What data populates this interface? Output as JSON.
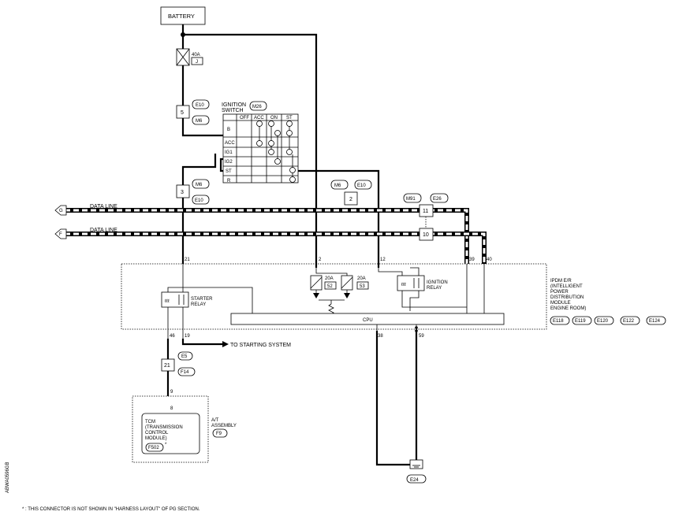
{
  "battery": "BATTERY",
  "fuse_main": {
    "amp": "40A",
    "id": "J"
  },
  "ignition_switch": {
    "title_line1": "IGNITION",
    "title_line2": "SWITCH",
    "connector": "M26",
    "columns": [
      "OFF",
      "ACC",
      "ON",
      "ST"
    ],
    "rows": [
      "B",
      "ACC",
      "IG1",
      "IG2",
      "ST",
      "R"
    ]
  },
  "connectors": {
    "c5": {
      "pin": "5",
      "top": "E10",
      "bottom": "M6"
    },
    "c3": {
      "pin": "3",
      "top": "M6",
      "bottom": "E10"
    },
    "c2": {
      "pin": "2",
      "left": "M6",
      "right": "E10"
    },
    "c11": {
      "pin": "11",
      "left": "M91",
      "right": "E26"
    },
    "c10": {
      "pin": "10"
    },
    "c21": {
      "pin": "21",
      "top": "E5",
      "bottom": "F14"
    }
  },
  "data_lines": [
    {
      "label": "DATA LINE",
      "terminal": "G"
    },
    {
      "label": "DATA LINE",
      "terminal": "F"
    }
  ],
  "ipdm": {
    "pins_top": [
      "21",
      "2",
      "12",
      "39",
      "40"
    ],
    "pins_bottom": [
      "46",
      "19",
      "38",
      "59"
    ],
    "fuses": [
      {
        "amp": "20A",
        "id": "52"
      },
      {
        "amp": "20A",
        "id": "53"
      }
    ],
    "ignition_relay": [
      "IGNITION",
      "RELAY"
    ],
    "starter_relay": [
      "STARTER",
      "RELAY"
    ],
    "cpu": "CPU",
    "name_lines": [
      "IPDM E/R",
      "(INTELLIGENT",
      "POWER",
      "DISTRIBUTION",
      "MODULE",
      "ENGINE ROOM)"
    ],
    "connectors": [
      "E118",
      "E119",
      "E120",
      "E122",
      "E124"
    ]
  },
  "to_starting_system": "TO STARTING SYSTEM",
  "tcm_wire_pins": {
    "harness": "9",
    "tcm": "8"
  },
  "at_assembly": {
    "lines": [
      "A/T",
      "ASSEMBLY"
    ],
    "connector": "F9",
    "tcm_lines": [
      "TCM",
      "(TRANSMISSION",
      "CONTROL",
      "MODULE)"
    ],
    "tcm_connector": "F502",
    "star": "*"
  },
  "ground": "E24",
  "footnote": "* : THIS CONNECTOR IS NOT SHOWN IN \"HARNESS LAYOUT\" OF PG SECTION.",
  "diagram_code": "ABWA0596GB"
}
